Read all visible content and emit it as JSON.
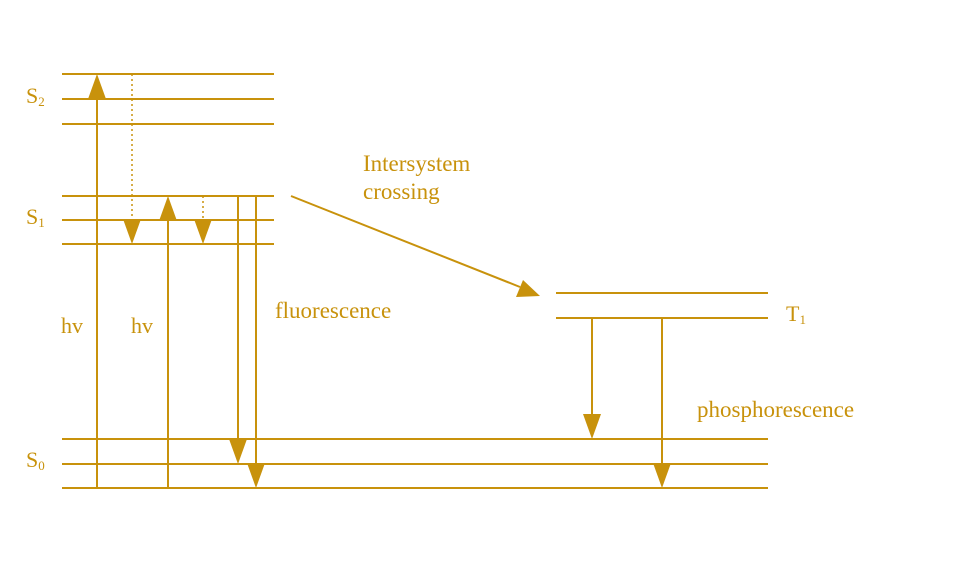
{
  "colors": {
    "line": "#c8920c",
    "background": "#ffffff"
  },
  "states": {
    "s2": {
      "letter": "S",
      "sub": "2"
    },
    "s1": {
      "letter": "S",
      "sub": "1"
    },
    "s0": {
      "letter": "S",
      "sub": "0"
    },
    "t1": {
      "letter": "T",
      "sub": "1"
    }
  },
  "absorption": {
    "label_1": "hv",
    "label_2": "hv"
  },
  "processes": {
    "isc_line1": "Intersystem",
    "isc_line2": "crossing",
    "fluorescence": "fluorescence",
    "phosphorescence": "phosphorescence"
  }
}
